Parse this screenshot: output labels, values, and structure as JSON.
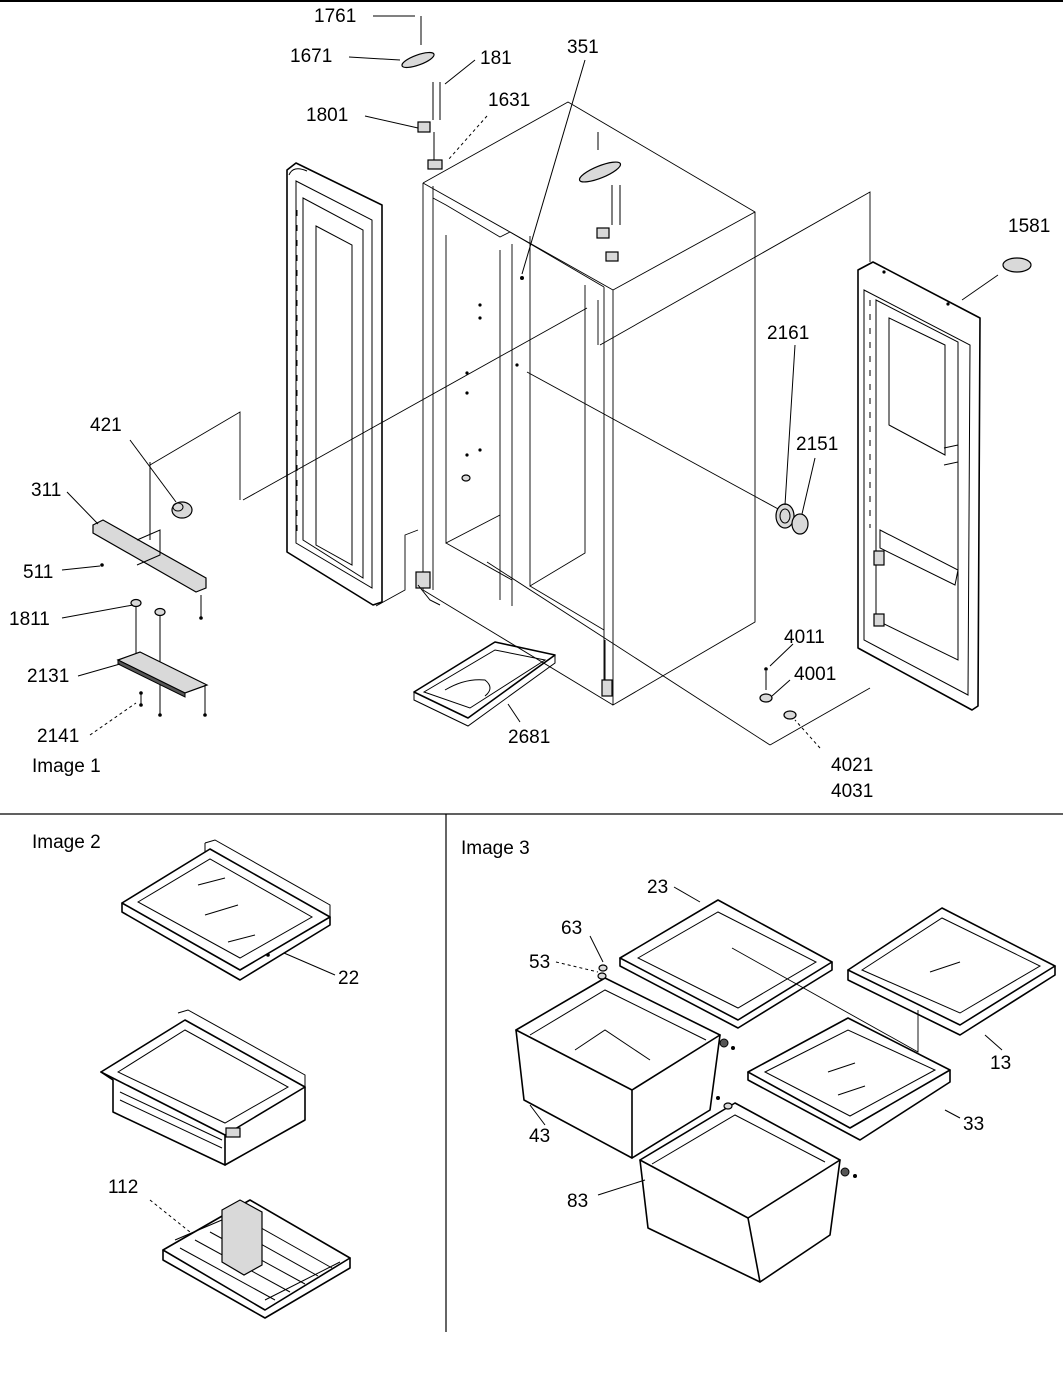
{
  "panels": {
    "image1": "Image 1",
    "image2": "Image 2",
    "image3": "Image 3"
  },
  "callouts": {
    "c1761": "1761",
    "c1671": "1671",
    "c181": "181",
    "c1801": "1801",
    "c1631": "1631",
    "c351": "351",
    "c1581": "1581",
    "c2161": "2161",
    "c2151": "2151",
    "c421": "421",
    "c311": "311",
    "c511": "511",
    "c1811": "1811",
    "c2131": "2131",
    "c2141": "2141",
    "c2681": "2681",
    "c4011": "4011",
    "c4001": "4001",
    "c4021": "4021",
    "c4031": "4031",
    "c22": "22",
    "c112": "112",
    "c23": "23",
    "c63": "63",
    "c53": "53",
    "c13": "13",
    "c43": "43",
    "c33": "33",
    "c83": "83"
  }
}
